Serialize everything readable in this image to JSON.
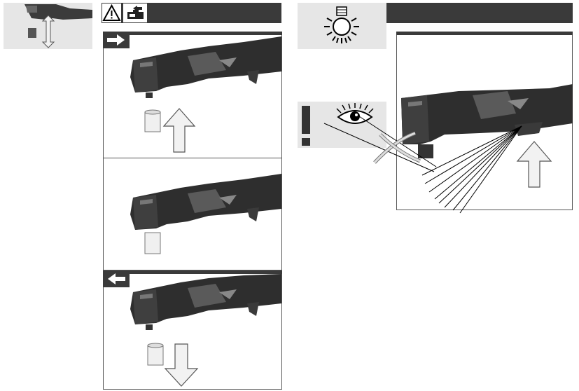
{
  "page": {
    "background": "#ffffff",
    "panel_gray": "#e6e6e6",
    "bar_dark": "#3a3a3a",
    "tool_dark": "#2e2e2e",
    "tool_mid": "#555555",
    "tool_light": "#8a8a8a"
  },
  "left_column": {
    "thumbnail_icon": "socket-up-down-thumbnail",
    "header_icons": [
      "warning-triangle-icon",
      "remove-battery-icon"
    ],
    "panels": [
      {
        "id": "insert",
        "direction_icon": "arrow-right-icon",
        "arrow": "up"
      },
      {
        "id": "installed",
        "direction_icon": "",
        "arrow": "none"
      },
      {
        "id": "remove",
        "direction_icon": "arrow-left-icon",
        "arrow": "down"
      }
    ]
  },
  "right_column": {
    "header_icon": "light-bulb-icon",
    "warning_icons": [
      "exclamation-icon",
      "eye-icon"
    ],
    "panel": {
      "id": "led-light",
      "arrow": "up"
    }
  }
}
